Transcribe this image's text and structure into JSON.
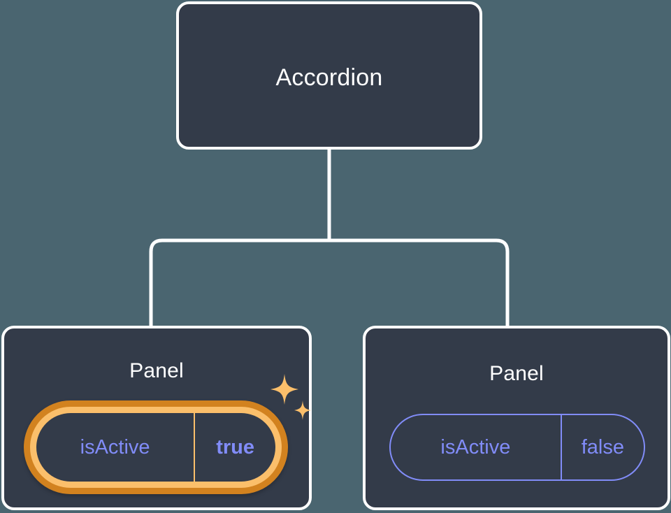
{
  "diagram": {
    "type": "component-tree",
    "background_color": "#4a6570",
    "node_fill": "#333b49",
    "node_border": "#ffffff",
    "accent_highlight": "#d2821f",
    "accent_highlight_inner": "#fbbf6b",
    "prop_color": "#818cf8",
    "root": {
      "label": "Accordion"
    },
    "children": [
      {
        "label": "Panel",
        "highlighted": true,
        "prop": {
          "key": "isActive",
          "value": "true"
        }
      },
      {
        "label": "Panel",
        "highlighted": false,
        "prop": {
          "key": "isActive",
          "value": "false"
        }
      }
    ],
    "decorations": {
      "sparkle_large": "sparkle-icon",
      "sparkle_small": "sparkle-icon"
    }
  }
}
